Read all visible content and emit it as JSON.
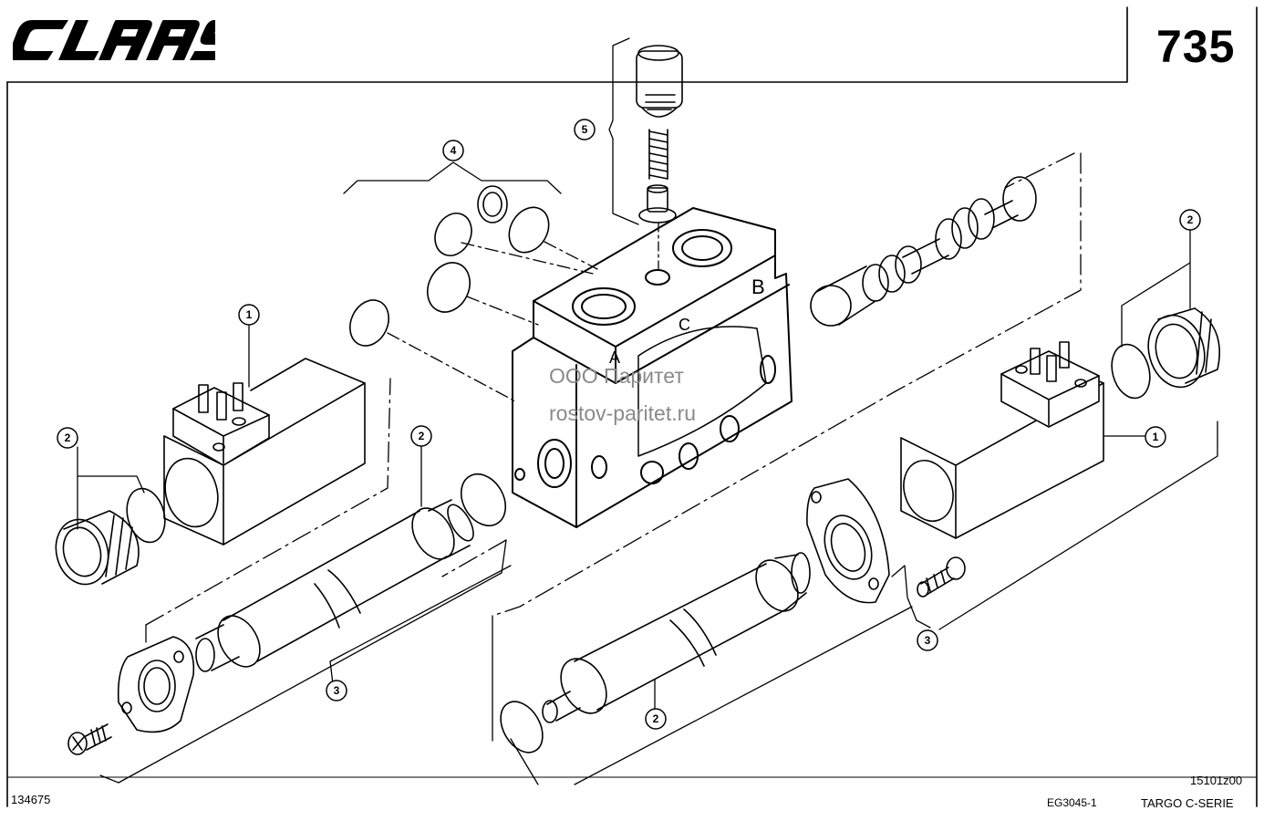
{
  "header": {
    "brand": "CLAAS",
    "page_number": "735"
  },
  "footer": {
    "drawing_number": "134675",
    "reference_code": "15101z00",
    "group_code": "EG3045-1",
    "series": "TARGO C-SERIE"
  },
  "watermark": {
    "line1": "ООО Паритет",
    "line2": "rostov-paritet.ru"
  },
  "callouts": {
    "c1_left": "1",
    "c1_right": "1",
    "c2_left_nut": "2",
    "c2_left_spool": "2",
    "c2_right_nut": "2",
    "c2_right_spool": "2",
    "c3_left": "3",
    "c3_right": "3",
    "c4": "4",
    "c5": "5"
  },
  "port_labels": {
    "a": "A",
    "b": "B",
    "c": "C"
  },
  "colors": {
    "ink": "#000000",
    "watermark": "#8a8a8a",
    "background": "#ffffff"
  }
}
